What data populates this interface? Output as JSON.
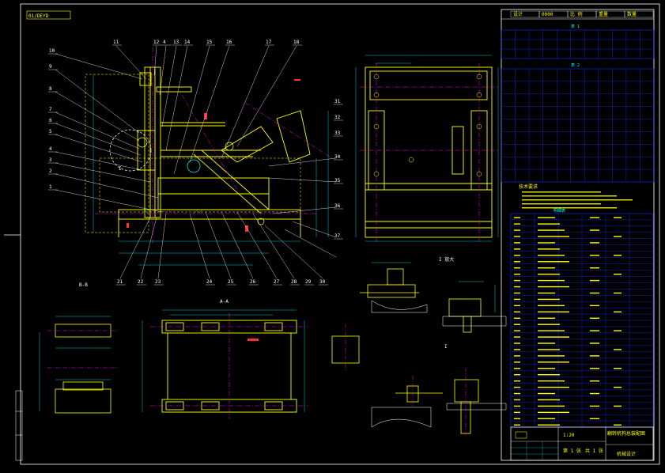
{
  "colors": {
    "background": "#000000",
    "frame": "#ffffff",
    "part": "#ffff00",
    "dim": "#00ffff",
    "center": "#ff00ff",
    "hatch": "#00ff00",
    "note": "#ff3030",
    "table": "#1030ff"
  },
  "drawing": {
    "corner_tag": "01/DEYD",
    "balloons_top": [
      "11",
      "12",
      "4",
      "13",
      "14",
      "15",
      "16",
      "17",
      "18"
    ],
    "balloons_left": [
      "10",
      "9",
      "8",
      "7",
      "6",
      "5",
      "4",
      "3",
      "2",
      "1"
    ],
    "balloons_bottom": [
      "21",
      "22",
      "23",
      "24",
      "25",
      "26",
      "27",
      "28",
      "29",
      "30"
    ],
    "balloons_right": [
      "31",
      "32",
      "33",
      "34",
      "35",
      "36",
      "37"
    ],
    "view_labels": {
      "side_view": "B-B",
      "detail_main": "I",
      "detail_small": "I",
      "section_plan": "A-A",
      "detail_ref": "I 放大"
    }
  },
  "title_block": {
    "header_cells": [
      "设计",
      "0000",
      "比 例",
      "重量",
      "数量"
    ],
    "drawing_name": "翻转机构总装配图",
    "scale": "1:20",
    "sheet": "第 1 张",
    "sheets_total": "共 1 张",
    "company": "机械设计"
  },
  "tables": {
    "table1_title": "表 1",
    "table2_title": "表 2",
    "tech_title": "技术要求",
    "bom_title": "明细表"
  }
}
